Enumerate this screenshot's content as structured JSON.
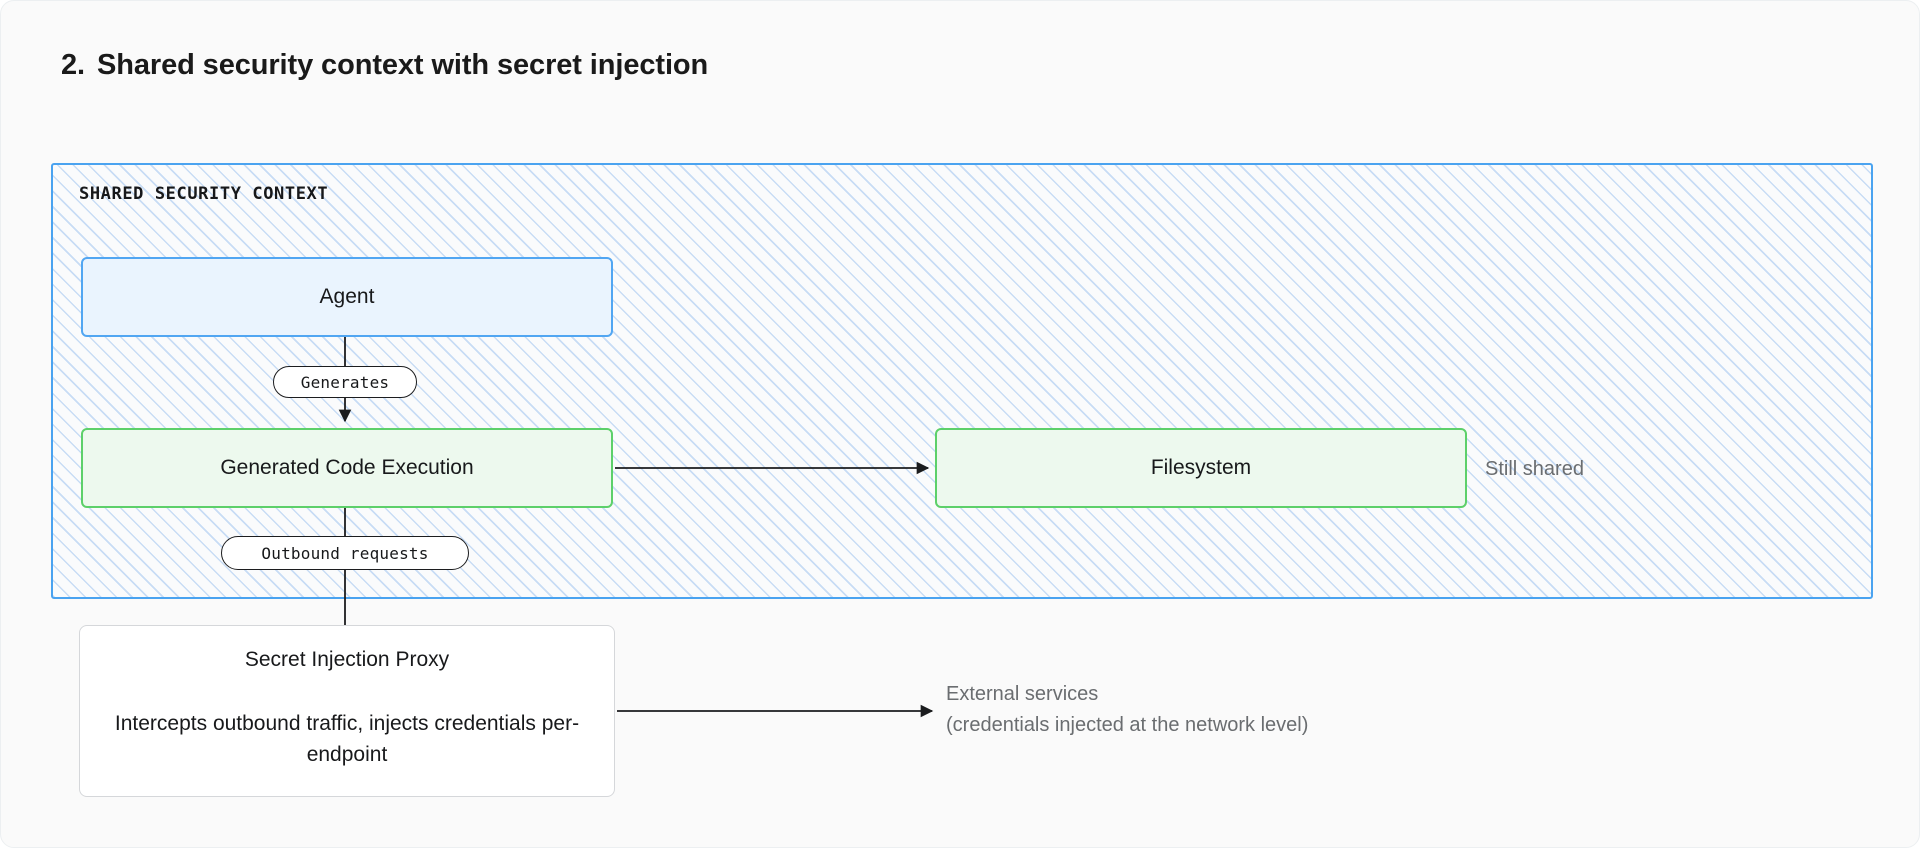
{
  "page": {
    "background": "#fafafa"
  },
  "heading": {
    "number": "2.",
    "text": "Shared security context with secret injection"
  },
  "context_container": {
    "label": "SHARED SECURITY CONTEXT",
    "border_color": "#4aa3f0",
    "hatch_color": "#82b2eb"
  },
  "nodes": {
    "agent": {
      "title": "Agent",
      "fill": "#eaf4fe",
      "border": "#51a6f2"
    },
    "code_execution": {
      "title": "Generated Code Execution",
      "fill": "#edf9ee",
      "border": "#5dd06a"
    },
    "filesystem": {
      "title": "Filesystem",
      "fill": "#edf9ee",
      "border": "#5dd06a"
    },
    "secret_injection_proxy": {
      "title": "Secret Injection Proxy",
      "subtitle": "Intercepts outbound traffic, injects\ncredentials per-endpoint",
      "fill": "#ffffff",
      "border": "#d5d7da"
    }
  },
  "edge_labels": {
    "generates": "Generates",
    "outbound_requests": "Outbound requests"
  },
  "annotations": {
    "still_shared": "Still shared",
    "external_services": "External services\n(credentials injected at the network level)"
  }
}
